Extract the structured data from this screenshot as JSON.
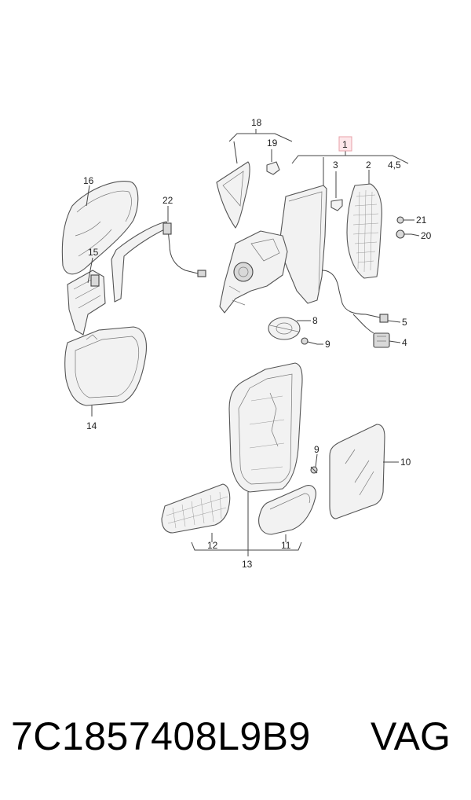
{
  "callouts": {
    "c1": "1",
    "c2": "2",
    "c3": "3",
    "c4": "4",
    "c45": "4,5",
    "c5": "5",
    "c8": "8",
    "c9a": "9",
    "c9b": "9",
    "c10": "10",
    "c11": "11",
    "c12": "12",
    "c13": "13",
    "c14": "14",
    "c15": "15",
    "c16": "16",
    "c18": "18",
    "c19": "19",
    "c20": "20",
    "c21": "21",
    "c22": "22"
  },
  "highlight_color": "#e8a0a8",
  "footer": {
    "part_number": "7C1857408L9B9",
    "brand": "VAG"
  }
}
